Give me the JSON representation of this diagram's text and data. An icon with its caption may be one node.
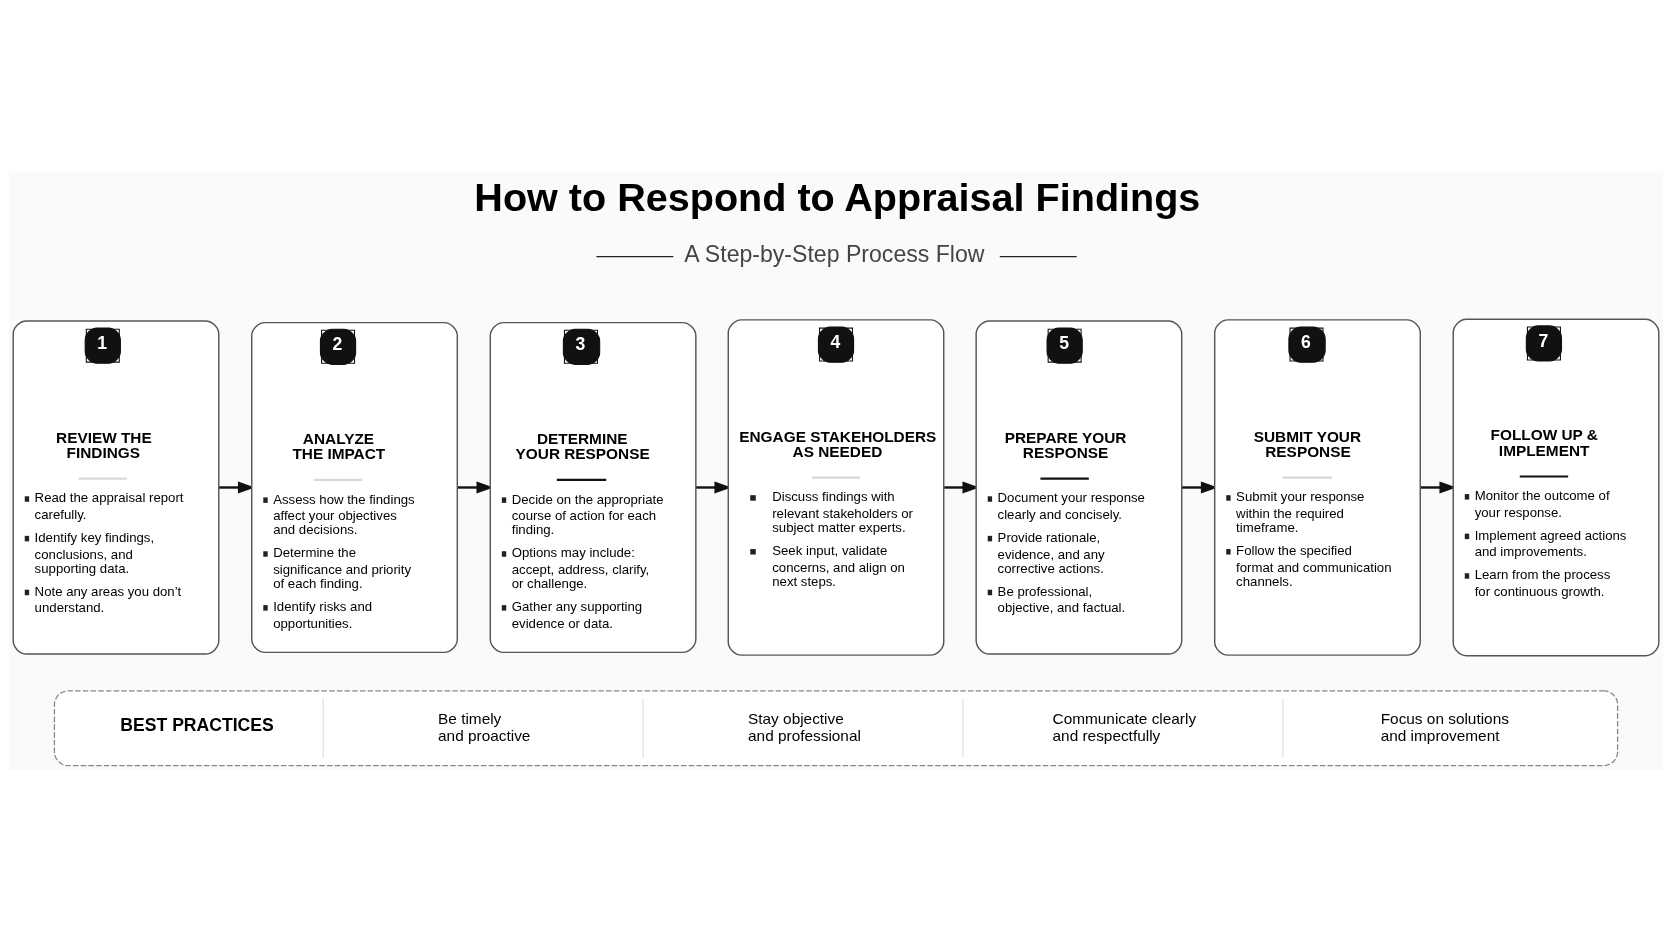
{
  "diagram": {
    "title": "How to Respond to Appraisal Findings",
    "nodes": [
      {
        "text": [
          "1",
          "REVIEW THE FINDINGS",
          "Read the appraisal report carefully.",
          "Identify key findings, conclusions, and supporting data.",
          "Note any areas you don’t understand."
        ]
      },
      {
        "text": [
          "2",
          "ANALYZE THE IMPACT",
          "Assess how the findings affect your objectives and decisions.",
          "Determine the significance and priority of each finding.",
          "Identify risks and opportunities."
        ]
      },
      {
        "text": [
          "3",
          "DETERMINE YOUR RESPONSE",
          "Decide on the appropriate course of action for each finding.",
          "Options may include: accept, address, clarify, or challenge.",
          "Gather any supporting evidence or data."
        ]
      },
      {
        "text": [
          "4",
          "ENGAGE STAKEHOLDERS AS NEEDED",
          "Discuss findings with relevant stakeholders or subject matter experts.",
          "Seek input, validate concerns, and align on next steps."
        ]
      },
      {
        "text": [
          "5",
          "PREPARE YOUR RESPONSE",
          "Document your response clearly and concisely.",
          "Provide rationale, evidence, and any corrective actions.",
          "Be professional, objective, and factual."
        ]
      },
      {
        "text": [
          "6",
          "SUBMIT YOUR RESPONSE",
          "Submit your response within the required timeframe.",
          "Follow the specified format and communication channels."
        ]
      },
      {
        "text": [
          "7",
          "FOLLOW UP & IMPLEMENT",
          "Monitor the outcome of your response.",
          "Implement agreed actions and improvements.",
          "Learn from the process for continuous growth."
        ]
      },
      {
        "text": [
          "BEST PRACTICES",
          "Be timely and proactive",
          "Stay objective and professional",
          "Communicate clearly and respectfully",
          "Focus on solutions and improvement"
        ]
      }
    ],
    "edges": [
      {
        "from": 0,
        "to": 1,
        "arrow": "to"
      },
      {
        "from": 1,
        "to": 2,
        "arrow": "to"
      },
      {
        "from": 2,
        "to": 3,
        "arrow": "to"
      },
      {
        "from": 3,
        "to": 4,
        "arrow": "to"
      },
      {
        "from": 4,
        "to": 5,
        "arrow": "to"
      },
      {
        "from": 5,
        "to": 6,
        "arrow": "to"
      }
    ],
    "labels": [
      "A Step-by-Step Process Flow"
    ]
  }
}
